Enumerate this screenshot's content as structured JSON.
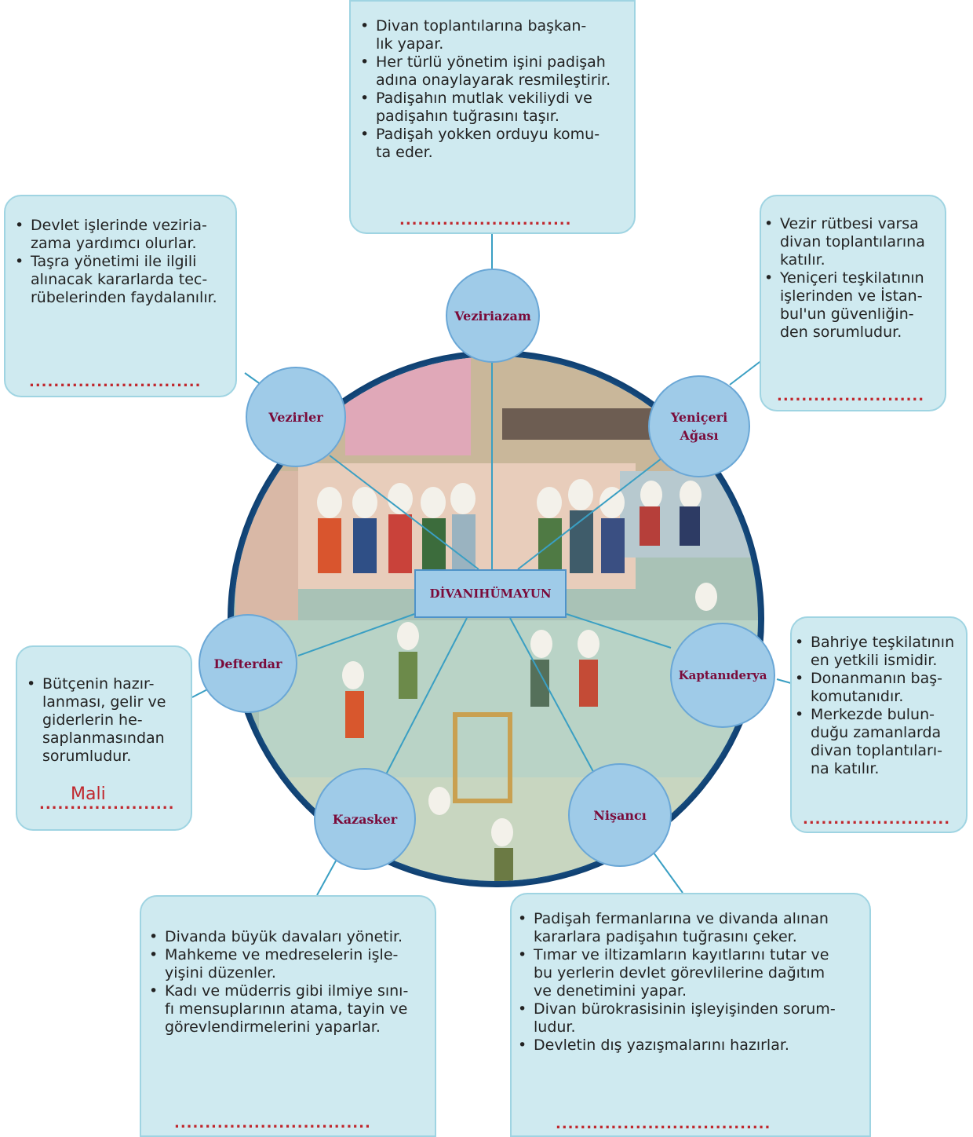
{
  "center": {
    "label": "DİVANIHÜMAYUN"
  },
  "nodes": {
    "veziriazam": "Veziriazam",
    "vezirler": "Vezirler",
    "yeniceri_line1": "Yeniçeri",
    "yeniceri_line2": "Ağası",
    "defterdar": "Defterdar",
    "kaptanideryu": "Kaptanıderya",
    "kazasker": "Kazasker",
    "nisanci": "Nişancı"
  },
  "boxes": {
    "veziriazam": {
      "items": [
        "Divan toplantılarına başkan-\nlık yapar.",
        "Her türlü yönetim işini padişah\nadına onaylayarak resmileştirir.",
        "Padişahın mutlak vekiliydi ve\npadişahın tuğrasını taşır.",
        "Padişah yokken orduyu komu-\nta eder."
      ],
      "blank": "............................"
    },
    "vezirler": {
      "items": [
        "Devlet işlerinde veziria-\nzama yardımcı olurlar.",
        "Taşra yönetimi ile ilgili\nalınacak kararlarda tec-\nrübelerinden faydalanılır."
      ],
      "blank": "............................"
    },
    "yeniceri": {
      "items": [
        "Vezir rütbesi varsa\ndivan toplantılarına\nkatılır.",
        "Yeniçeri teşkilatının\nişlerinden ve İstan-\nbul'un güvenliğin-\nden  sorumludur."
      ],
      "blank": "........................"
    },
    "defterdar": {
      "items": [
        "Bütçenin hazır-\nlanması, gelir ve\ngiderlerin he-\nsaplanmasından\nsorumludur."
      ],
      "answer": "Mali",
      "blank": "......................"
    },
    "kaptanideryu": {
      "items": [
        "Bahriye teşkilatının\nen yetkili ismidir.",
        "Donanmanın baş-\nkomutanıdır.",
        "Merkezde bulun-\nduğu zamanlarda\ndivan toplantıları-\nna katılır."
      ],
      "blank": "........................"
    },
    "kazasker": {
      "items": [
        "Divanda büyük davaları yönetir.",
        "Mahkeme ve medreselerin işle-\nyişini düzenler.",
        "Kadı ve müderris gibi ilmiye sını-\nfı mensuplarının atama, tayin ve\ngörevlendirmelerini yaparlar."
      ],
      "blank": "................................"
    },
    "nisanci": {
      "items": [
        "Padişah fermanlarına ve divanda alınan\nkararlara padişahın tuğrasını çeker.",
        "Tımar ve iltizamların kayıtlarını tutar ve\nbu yerlerin devlet görevlilerine dağıtım\nve denetimini yapar.",
        "Divan bürokrasisinin işleyişinden sorum-\nludur.",
        "Devletin dış yazışmalarını hazırlar."
      ],
      "blank": "..................................."
    }
  },
  "colors": {
    "box_fill": "#cfeaf0",
    "node_fill": "#9fcbe8",
    "label_text": "#7a0b3a",
    "blank_dots": "#c0272d"
  }
}
